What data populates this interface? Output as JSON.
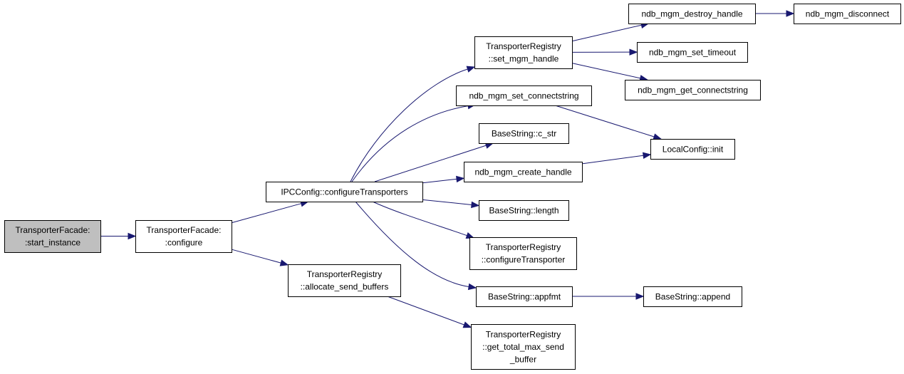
{
  "graph": {
    "colors": {
      "edge": "#191970",
      "root_fill": "#bfbfbf",
      "node_fill": "#ffffff",
      "border": "#000000"
    },
    "nodes": {
      "start_instance": {
        "lines": [
          "TransporterFacade:",
          ":start_instance"
        ],
        "root": true
      },
      "configure": {
        "lines": [
          "TransporterFacade:",
          ":configure"
        ]
      },
      "configureTransporters": {
        "lines": [
          "IPCConfig::configureTransporters"
        ]
      },
      "allocate_send_buffers": {
        "lines": [
          "TransporterRegistry",
          "::allocate_send_buffers"
        ]
      },
      "set_mgm_handle": {
        "lines": [
          "TransporterRegistry",
          "::set_mgm_handle"
        ]
      },
      "set_connectstring": {
        "lines": [
          "ndb_mgm_set_connectstring"
        ]
      },
      "c_str": {
        "lines": [
          "BaseString::c_str"
        ]
      },
      "create_handle": {
        "lines": [
          "ndb_mgm_create_handle"
        ]
      },
      "length": {
        "lines": [
          "BaseString::length"
        ]
      },
      "configureTransporter": {
        "lines": [
          "TransporterRegistry",
          "::configureTransporter"
        ]
      },
      "appfmt": {
        "lines": [
          "BaseString::appfmt"
        ]
      },
      "get_total_max_send_buffer": {
        "lines": [
          "TransporterRegistry",
          "::get_total_max_send",
          "_buffer"
        ]
      },
      "destroy_handle": {
        "lines": [
          "ndb_mgm_destroy_handle"
        ]
      },
      "set_timeout": {
        "lines": [
          "ndb_mgm_set_timeout"
        ]
      },
      "get_connectstring": {
        "lines": [
          "ndb_mgm_get_connectstring"
        ]
      },
      "local_init": {
        "lines": [
          "LocalConfig::init"
        ]
      },
      "append": {
        "lines": [
          "BaseString::append"
        ]
      },
      "disconnect": {
        "lines": [
          "ndb_mgm_disconnect"
        ]
      }
    },
    "edges": [
      [
        "start_instance",
        "configure"
      ],
      [
        "configure",
        "configureTransporters"
      ],
      [
        "configure",
        "allocate_send_buffers"
      ],
      [
        "configureTransporters",
        "set_mgm_handle"
      ],
      [
        "configureTransporters",
        "set_connectstring"
      ],
      [
        "configureTransporters",
        "c_str"
      ],
      [
        "configureTransporters",
        "create_handle"
      ],
      [
        "configureTransporters",
        "length"
      ],
      [
        "configureTransporters",
        "configureTransporter"
      ],
      [
        "configureTransporters",
        "appfmt"
      ],
      [
        "allocate_send_buffers",
        "get_total_max_send_buffer"
      ],
      [
        "set_mgm_handle",
        "destroy_handle"
      ],
      [
        "set_mgm_handle",
        "set_timeout"
      ],
      [
        "set_mgm_handle",
        "get_connectstring"
      ],
      [
        "set_connectstring",
        "local_init"
      ],
      [
        "create_handle",
        "local_init"
      ],
      [
        "appfmt",
        "append"
      ],
      [
        "destroy_handle",
        "disconnect"
      ]
    ]
  }
}
